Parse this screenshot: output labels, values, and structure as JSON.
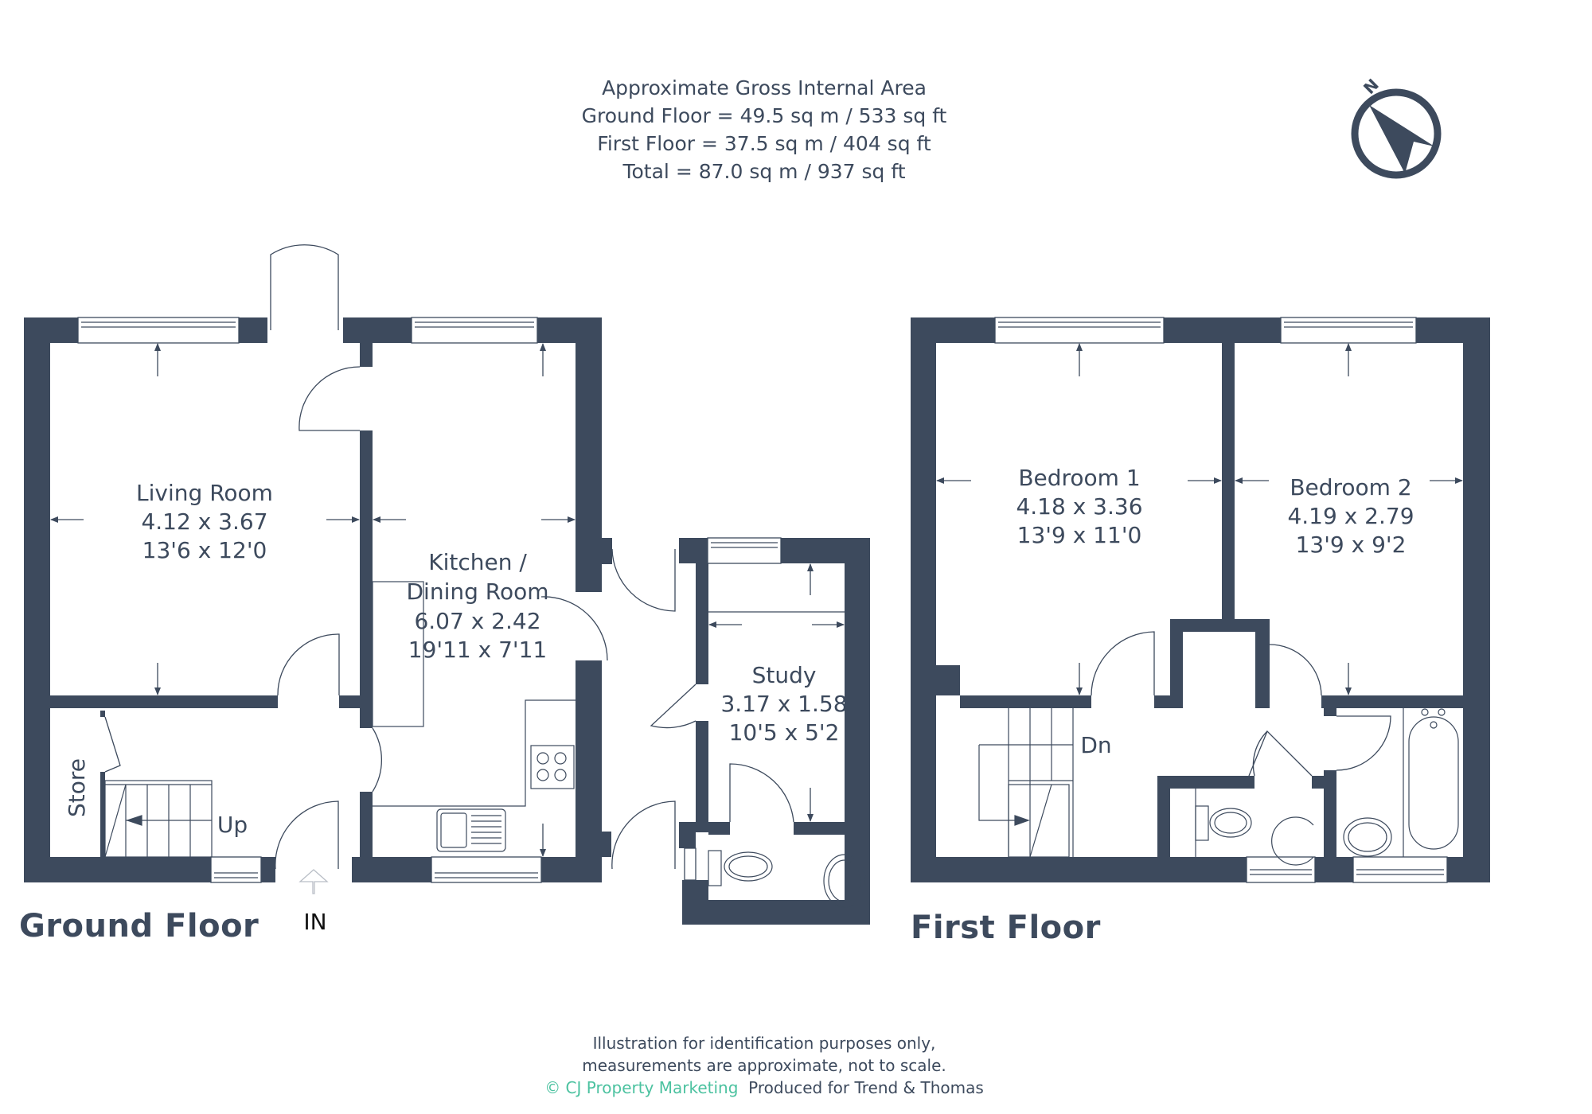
{
  "header": {
    "title": "Approximate Gross Internal Area",
    "ground_floor_area": "Ground Floor = 49.5 sq m / 533 sq ft",
    "first_floor_area": "First Floor = 37.5 sq m / 404 sq ft",
    "total_area": "Total = 87.0 sq m / 937 sq ft"
  },
  "compass": {
    "label": "N",
    "icon": "north-arrow-compass-icon"
  },
  "colors": {
    "wall": "#3d4a5d",
    "text": "#3d4a5d",
    "brand": "#4cc2a0",
    "line": "#3d4a5d"
  },
  "ground_floor": {
    "label": "Ground Floor",
    "entrance_label": "IN",
    "stairs_label": "Up",
    "rooms": [
      {
        "name": "Living Room",
        "metric": "4.12 x 3.67",
        "imperial": "13'6 x 12'0"
      },
      {
        "name_line1": "Kitchen /",
        "name_line2": "Dining Room",
        "metric": "6.07 x 2.42",
        "imperial": "19'11 x 7'11"
      },
      {
        "name": "Study",
        "metric": "3.17 x 1.58",
        "imperial": "10'5 x 5'2"
      },
      {
        "name": "Store"
      }
    ]
  },
  "first_floor": {
    "label": "First Floor",
    "stairs_label": "Dn",
    "rooms": [
      {
        "name": "Bedroom 1",
        "metric": "4.18 x 3.36",
        "imperial": "13'9 x 11'0"
      },
      {
        "name": "Bedroom 2",
        "metric": "4.19 x 2.79",
        "imperial": "13'9 x 9'2"
      }
    ]
  },
  "footer": {
    "disclaimer_line1": "Illustration for identification purposes only,",
    "disclaimer_line2": "measurements are approximate, not to scale.",
    "brand": "© CJ Property Marketing",
    "produced_for": "Produced for Trend & Thomas"
  }
}
